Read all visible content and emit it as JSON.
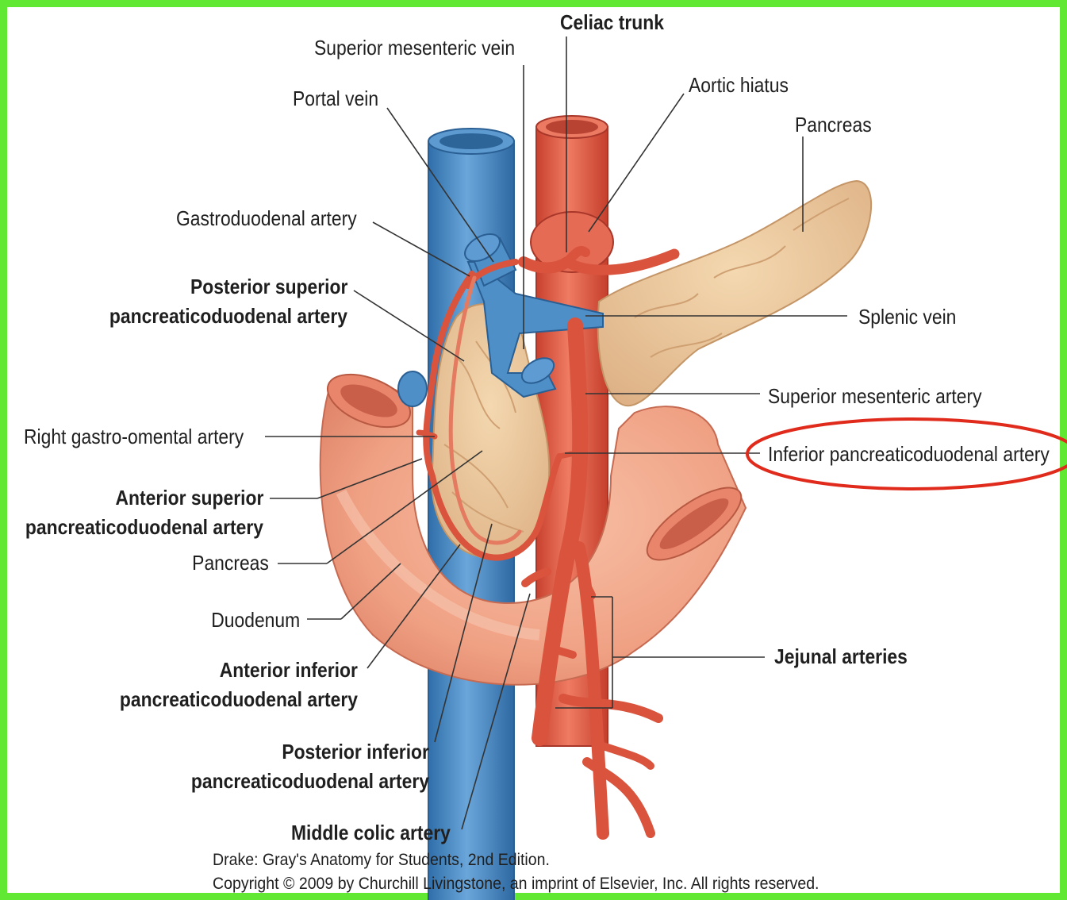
{
  "labels": {
    "celiac_trunk": "Celiac trunk",
    "superior_mesenteric_vein": "Superior mesenteric vein",
    "aortic_hiatus": "Aortic hiatus",
    "portal_vein": "Portal vein",
    "pancreas_top": "Pancreas",
    "gastroduodenal_artery": "Gastroduodenal artery",
    "posterior_superior_1": "Posterior superior",
    "posterior_superior_2": "pancreaticoduodenal artery",
    "splenic_vein": "Splenic vein",
    "superior_mesenteric_artery": "Superior mesenteric artery",
    "right_gastro_omental": "Right gastro-omental artery",
    "inferior_pancreaticoduodenal": "Inferior pancreaticoduodenal artery",
    "anterior_superior_1": "Anterior superior",
    "anterior_superior_2": "pancreaticoduodenal artery",
    "pancreas_left": "Pancreas",
    "duodenum": "Duodenum",
    "jejunal_arteries": "Jejunal arteries",
    "anterior_inferior_1": "Anterior inferior",
    "anterior_inferior_2": "pancreaticoduodenal artery",
    "posterior_inferior_1": "Posterior inferior",
    "posterior_inferior_2": "pancreaticoduodenal artery",
    "middle_colic": "Middle colic artery"
  },
  "credit": {
    "line1": "Drake: Gray's Anatomy for Students, 2nd Edition.",
    "line2": "Copyright © 2009 by Churchill Livingstone, an imprint of Elsevier, Inc. All rights reserved."
  },
  "colors": {
    "frame": "#61e832",
    "vein": "#4f8fc8",
    "artery": "#e05a45",
    "duodenum": "#f0a487",
    "pancreas": "#ecc79a",
    "highlight": "#e02b1c"
  }
}
